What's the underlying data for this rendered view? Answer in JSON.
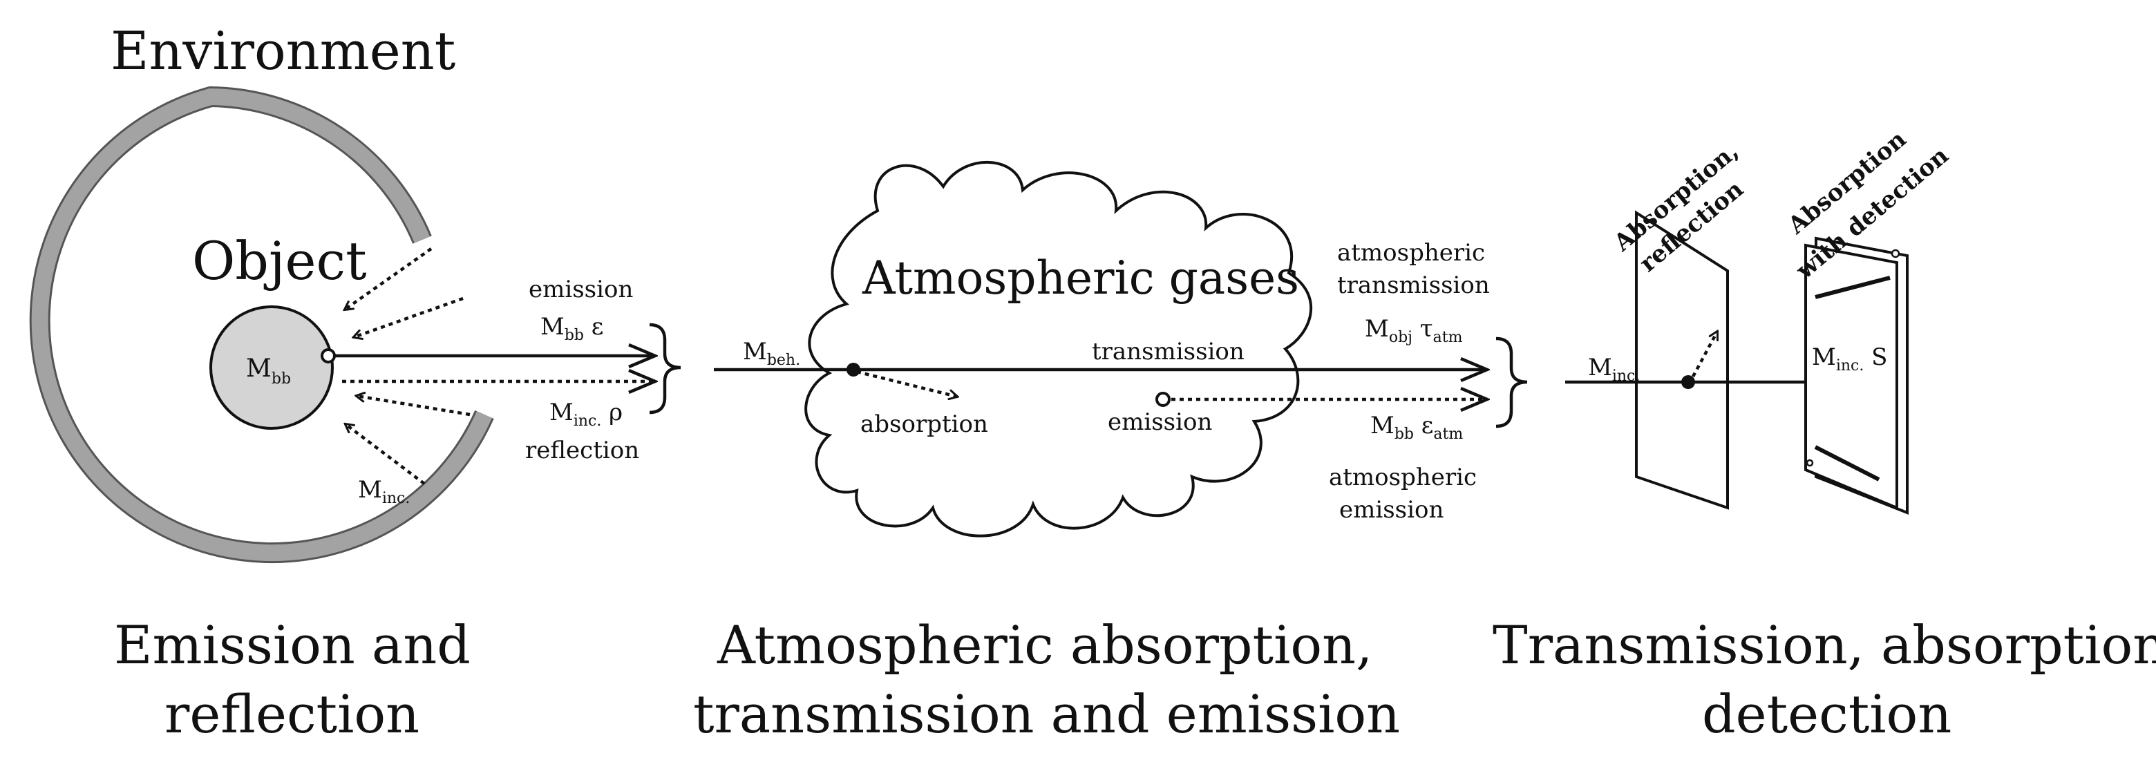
{
  "labels": {
    "environment": "Environment",
    "object": "Object",
    "atmospheric_gases": "Atmospheric gases"
  },
  "object_panel": {
    "m_bb": {
      "main": "M",
      "sub": "bb"
    },
    "emission": "emission",
    "emission_formula": {
      "main": "M",
      "sub": "bb",
      "tail": " ε"
    },
    "reflection_formula": {
      "main": "M",
      "sub": "inc.",
      "tail": " ρ"
    },
    "reflection": "reflection",
    "m_inc": {
      "main": "M",
      "sub": "inc."
    }
  },
  "atmosphere_panel": {
    "m_beh": {
      "main": "M",
      "sub": "beh."
    },
    "transmission": "transmission",
    "absorption": "absorption",
    "emission": "emission",
    "atmospheric_transmission_line1": "atmospheric",
    "atmospheric_transmission_line2": "transmission",
    "transmission_formula": {
      "main": "M",
      "sub": "obj",
      "tail": " τ",
      "tail_sub": "atm"
    },
    "emission_formula": {
      "main": "M",
      "sub": "bb",
      "tail": " ε",
      "tail_sub": "atm"
    },
    "atmospheric_emission_line1": "atmospheric",
    "atmospheric_emission_line2": "emission"
  },
  "detector_panel": {
    "m_inc": {
      "main": "M",
      "sub": "inc."
    },
    "m_inc_s": {
      "main": "M",
      "sub": "inc.",
      "tail": " S"
    },
    "plate1_line1": "Absorption,",
    "plate1_line2": "reflection",
    "plate2_line1": "Absorption",
    "plate2_line2": "with detection"
  },
  "captions": {
    "left_line1": "Emission and",
    "left_line2": "reflection",
    "middle_line1": "Atmospheric absorption,",
    "middle_line2": "transmission and emission",
    "right_line1": "Transmission, absorption,",
    "right_line2": "detection"
  }
}
